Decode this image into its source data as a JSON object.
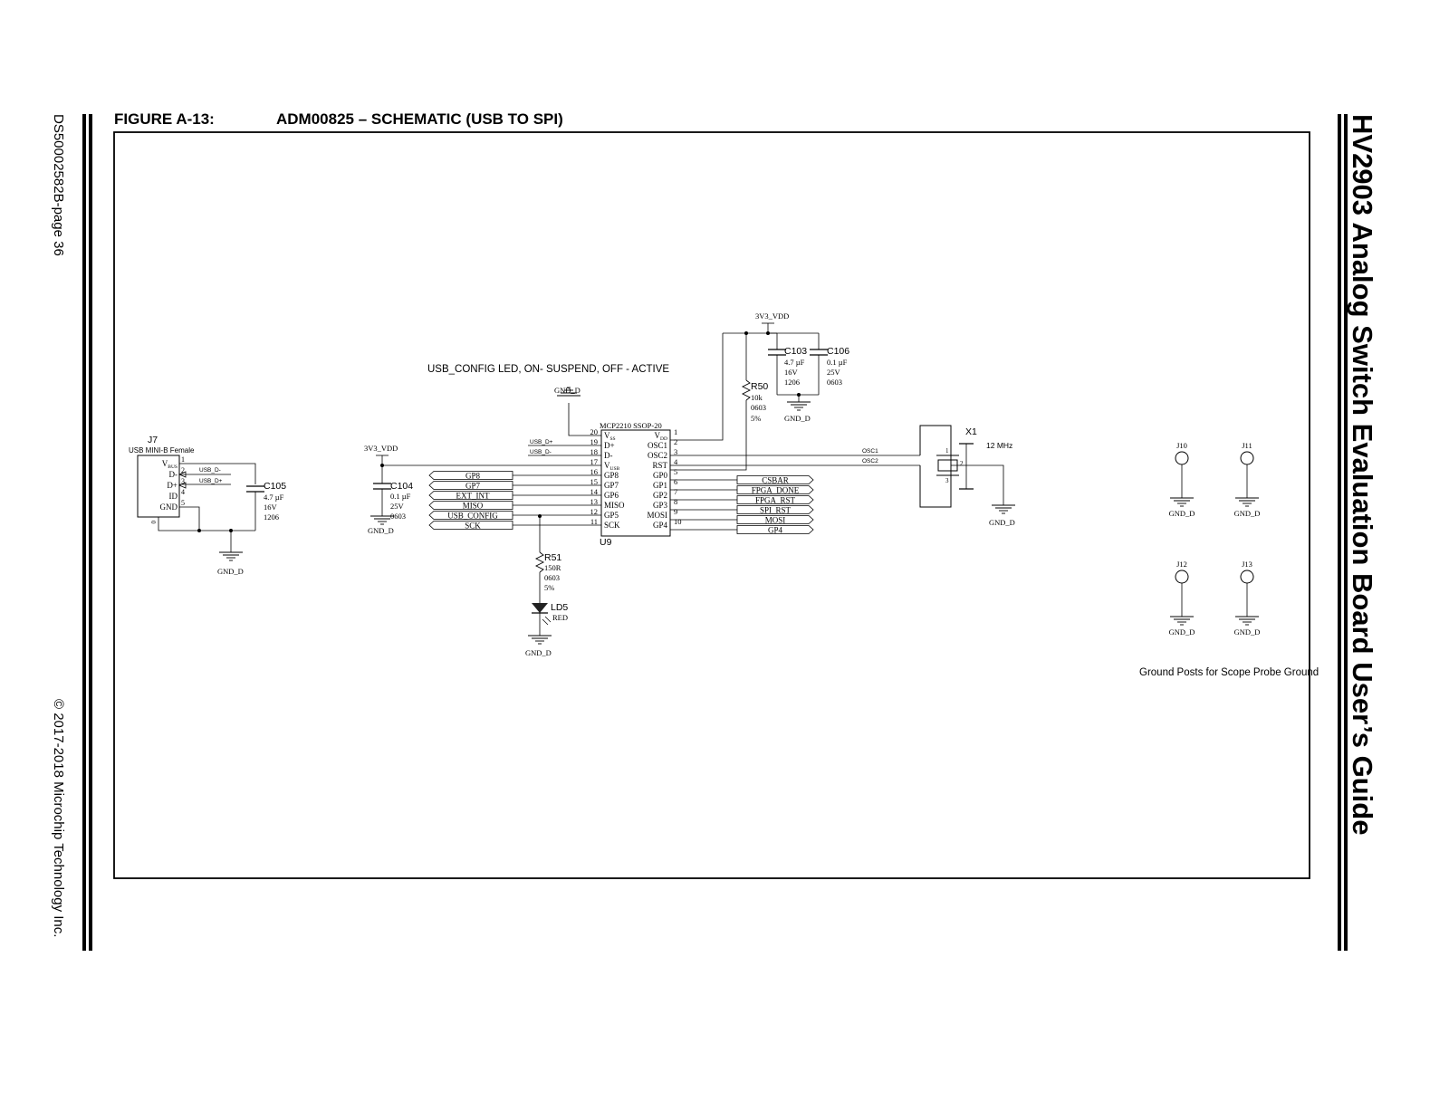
{
  "header": {
    "figure_label": "FIGURE A-13:",
    "figure_title": "ADM00825 – SCHEMATIC (USB TO SPI)"
  },
  "sidebar": {
    "doc_id": "DS50002582B-page 36",
    "copyright": "© 2017-2018 Microchip Technology Inc."
  },
  "guide_title": "HV2903 Analog Switch Evaluation Board User’s Guide",
  "notes": {
    "usb_config_led": "USB_CONFIG LED, ON- SUSPEND, OFF - ACTIVE",
    "ground_posts": "Ground Posts for Scope Probe Ground"
  },
  "nets": {
    "vdd": "3V3_VDD",
    "gnd": "GND_D",
    "usb_dp": "USB_D+",
    "usb_dm": "USB_D-",
    "osc1": "OSC1",
    "osc2": "OSC2"
  },
  "j7": {
    "ref": "J7",
    "value": "USB MINI-B Female",
    "pins": [
      {
        "num": "1",
        "name": "V",
        "sub": "BUS"
      },
      {
        "num": "2",
        "name": "D-",
        "sub": ""
      },
      {
        "num": "3",
        "name": "D+",
        "sub": ""
      },
      {
        "num": "4",
        "name": "ID",
        "sub": ""
      },
      {
        "num": "5",
        "name": "GND",
        "sub": ""
      }
    ],
    "shield": "0"
  },
  "c105": {
    "ref": "C105",
    "lines": [
      "4.7 µF",
      "16V",
      "1206"
    ]
  },
  "c104": {
    "ref": "C104",
    "lines": [
      "0.1 µF",
      "25V",
      "0603"
    ]
  },
  "c103": {
    "ref": "C103",
    "lines": [
      "4.7 µF",
      "16V",
      "1206"
    ]
  },
  "c106": {
    "ref": "C106",
    "lines": [
      "0.1 µF",
      "25V",
      "0603"
    ]
  },
  "r50": {
    "ref": "R50",
    "lines": [
      "10k",
      "0603",
      "5%"
    ]
  },
  "r51": {
    "ref": "R51",
    "lines": [
      "150R",
      "0603",
      "5%"
    ]
  },
  "ld5": {
    "ref": "LD5",
    "value": "RED"
  },
  "x1": {
    "ref": "X1",
    "value": "12 MHz",
    "pins": [
      "1",
      "3",
      "2"
    ]
  },
  "u9": {
    "ref": "U9",
    "part": "MCP2210 SSOP-20",
    "left_pins": [
      {
        "num": "20",
        "name": "V",
        "sub": "SS"
      },
      {
        "num": "19",
        "name": "D+",
        "sub": ""
      },
      {
        "num": "18",
        "name": "D-",
        "sub": ""
      },
      {
        "num": "17",
        "name": "V",
        "sub": "USB"
      },
      {
        "num": "16",
        "name": "GP8",
        "sub": ""
      },
      {
        "num": "15",
        "name": "GP7",
        "sub": ""
      },
      {
        "num": "14",
        "name": "GP6",
        "sub": ""
      },
      {
        "num": "13",
        "name": "MISO",
        "sub": ""
      },
      {
        "num": "12",
        "name": "GP5",
        "sub": ""
      },
      {
        "num": "11",
        "name": "SCK",
        "sub": ""
      }
    ],
    "right_pins": [
      {
        "num": "1",
        "name": "V",
        "sub": "DD"
      },
      {
        "num": "2",
        "name": "OSC1",
        "sub": ""
      },
      {
        "num": "3",
        "name": "OSC2",
        "sub": ""
      },
      {
        "num": "4",
        "name": "RST",
        "sub": ""
      },
      {
        "num": "5",
        "name": "GP0",
        "sub": ""
      },
      {
        "num": "6",
        "name": "GP1",
        "sub": ""
      },
      {
        "num": "7",
        "name": "GP2",
        "sub": ""
      },
      {
        "num": "8",
        "name": "GP3",
        "sub": ""
      },
      {
        "num": "9",
        "name": "MOSI",
        "sub": ""
      },
      {
        "num": "10",
        "name": "GP4",
        "sub": ""
      }
    ]
  },
  "left_ports": [
    "GP8",
    "GP7",
    "EXT_INT",
    "MISO",
    "USB_CONFIG",
    "SCK"
  ],
  "right_ports": [
    "CSBAR",
    "FPGA_DONE",
    "FPGA_RST",
    "SPI_RST",
    "MOSI",
    "GP4"
  ],
  "test_points": [
    "J10",
    "J11",
    "J12",
    "J13"
  ]
}
